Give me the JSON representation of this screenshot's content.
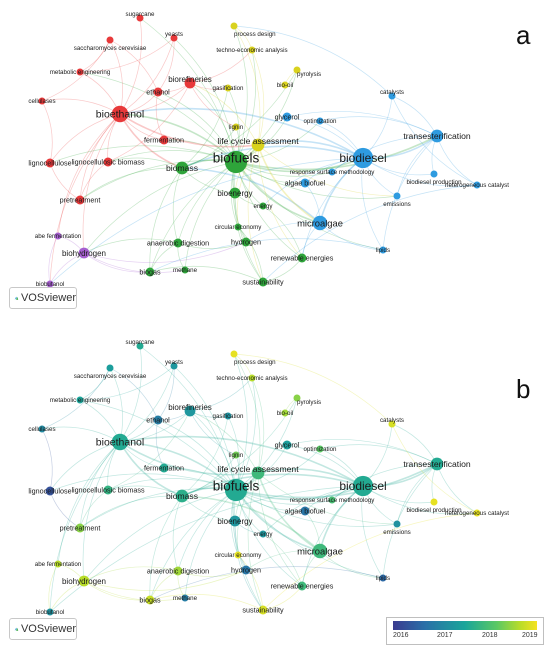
{
  "panels": {
    "a": {
      "letter": "a"
    },
    "b": {
      "letter": "b"
    }
  },
  "logo": {
    "text": "VOSviewer",
    "icon": "vosviewer-logo-icon"
  },
  "colors": {
    "red": "#e8393a",
    "green": "#2ea43a",
    "blue": "#2e9be0",
    "yellow": "#d9d21e",
    "purple": "#a65fd0"
  },
  "colorbar": {
    "ticks": [
      "2016",
      "2017",
      "2018",
      "2019"
    ]
  },
  "nodes": [
    {
      "id": "sugarcane",
      "label": "sugarcane",
      "cluster": "red",
      "size": 2,
      "year": 2017.6
    },
    {
      "id": "saccharomyces",
      "label": "saccharomyces cerevisiae",
      "cluster": "red",
      "size": 2,
      "year": 2017.4
    },
    {
      "id": "yeasts",
      "label": "yeasts",
      "cluster": "red",
      "size": 2,
      "year": 2017.3
    },
    {
      "id": "process_design",
      "label": "process design",
      "cluster": "yellow",
      "size": 2,
      "year": 2018.9
    },
    {
      "id": "tea",
      "label": "techno-economic analysis",
      "cluster": "yellow",
      "size": 2,
      "year": 2018.6
    },
    {
      "id": "metabolic",
      "label": "metabolic engineering",
      "cluster": "red",
      "size": 2,
      "year": 2017.5
    },
    {
      "id": "biorefineries",
      "label": "biorefineries",
      "cluster": "red",
      "size": 4,
      "year": 2017.3
    },
    {
      "id": "pyrolysis",
      "label": "pyrolysis",
      "cluster": "yellow",
      "size": 2,
      "year": 2018.4
    },
    {
      "id": "gasification",
      "label": "gasification",
      "cluster": "yellow",
      "size": 2,
      "year": 2017.2
    },
    {
      "id": "biooil",
      "label": "bio-oil",
      "cluster": "yellow",
      "size": 2,
      "year": 2018.5
    },
    {
      "id": "ethanol",
      "label": "ethanol",
      "cluster": "red",
      "size": 3,
      "year": 2016.9
    },
    {
      "id": "catalysts",
      "label": "catalysts",
      "cluster": "blue",
      "size": 2,
      "year": 2018.8
    },
    {
      "id": "cellulases",
      "label": "cellulases",
      "cluster": "red",
      "size": 2,
      "year": 2017.1
    },
    {
      "id": "bioethanol",
      "label": "bioethanol",
      "cluster": "red",
      "size": 7,
      "year": 2017.6
    },
    {
      "id": "glycerol",
      "label": "glycerol",
      "cluster": "blue",
      "size": 3,
      "year": 2017.4
    },
    {
      "id": "optimization",
      "label": "optimization",
      "cluster": "blue",
      "size": 2,
      "year": 2018.2
    },
    {
      "id": "transesterification",
      "label": "transesterification",
      "cluster": "blue",
      "size": 5,
      "year": 2017.6
    },
    {
      "id": "fermentation",
      "label": "fermentation",
      "cluster": "red",
      "size": 3,
      "year": 2017.6
    },
    {
      "id": "lignin",
      "label": "lignin",
      "cluster": "yellow",
      "size": 2,
      "year": 2018.3
    },
    {
      "id": "lca",
      "label": "life cycle assessment",
      "cluster": "yellow",
      "size": 5,
      "year": 2017.9
    },
    {
      "id": "lignocellulose",
      "label": "lignocellulose",
      "cluster": "red",
      "size": 3,
      "year": 2016.3
    },
    {
      "id": "lignocellulosic",
      "label": "lignocellulosic biomass",
      "cluster": "red",
      "size": 3,
      "year": 2017.8
    },
    {
      "id": "biomass",
      "label": "biomass",
      "cluster": "green",
      "size": 5,
      "year": 2017.7
    },
    {
      "id": "biofuels",
      "label": "biofuels",
      "cluster": "green",
      "size": 10,
      "year": 2017.6
    },
    {
      "id": "biodiesel",
      "label": "biodiesel",
      "cluster": "blue",
      "size": 9,
      "year": 2017.6
    },
    {
      "id": "rsm",
      "label": "response surface methodology",
      "cluster": "blue",
      "size": 2,
      "year": 2018.0
    },
    {
      "id": "biodiesel_production",
      "label": "biodiesel production",
      "cluster": "blue",
      "size": 2,
      "year": 2018.9
    },
    {
      "id": "pretreatment",
      "label": "pretreatment",
      "cluster": "red",
      "size": 3,
      "year": 2018.4
    },
    {
      "id": "bioenergy",
      "label": "bioenergy",
      "cluster": "green",
      "size": 4,
      "year": 2017.3
    },
    {
      "id": "algae_biofuel",
      "label": "algae biofuel",
      "cluster": "blue",
      "size": 3,
      "year": 2016.8
    },
    {
      "id": "heterogeneous",
      "label": "heterogeneous catalyst",
      "cluster": "blue",
      "size": 2,
      "year": 2018.9
    },
    {
      "id": "emissions",
      "label": "emissions",
      "cluster": "blue",
      "size": 2,
      "year": 2017.2
    },
    {
      "id": "energy",
      "label": "energy",
      "cluster": "green",
      "size": 2,
      "year": 2017.3
    },
    {
      "id": "microalgae",
      "label": "microalgae",
      "cluster": "blue",
      "size": 6,
      "year": 2017.9
    },
    {
      "id": "circular_economy",
      "label": "circular economy",
      "cluster": "green",
      "size": 2,
      "year": 2018.9
    },
    {
      "id": "abe",
      "label": "abe fermentation",
      "cluster": "purple",
      "size": 2,
      "year": 2018.6
    },
    {
      "id": "anaerobic",
      "label": "anaerobic digestion",
      "cluster": "green",
      "size": 3,
      "year": 2018.5
    },
    {
      "id": "hydrogen",
      "label": "hydrogen",
      "cluster": "green",
      "size": 3,
      "year": 2016.8
    },
    {
      "id": "biohydrogen",
      "label": "biohydrogen",
      "cluster": "purple",
      "size": 4,
      "year": 2018.6
    },
    {
      "id": "renewable",
      "label": "renewable energies",
      "cluster": "green",
      "size": 3,
      "year": 2017.9
    },
    {
      "id": "lipids",
      "label": "lipids",
      "cluster": "blue",
      "size": 2,
      "year": 2016.6
    },
    {
      "id": "biogas",
      "label": "biogas",
      "cluster": "green",
      "size": 3,
      "year": 2018.7
    },
    {
      "id": "methane",
      "label": "methane",
      "cluster": "green",
      "size": 2,
      "year": 2016.9
    },
    {
      "id": "sustainability",
      "label": "sustainability",
      "cluster": "green",
      "size": 3,
      "year": 2018.8
    },
    {
      "id": "biobutanol",
      "label": "biobutanol",
      "cluster": "purple",
      "size": 2,
      "year": 2017.2
    }
  ]
}
